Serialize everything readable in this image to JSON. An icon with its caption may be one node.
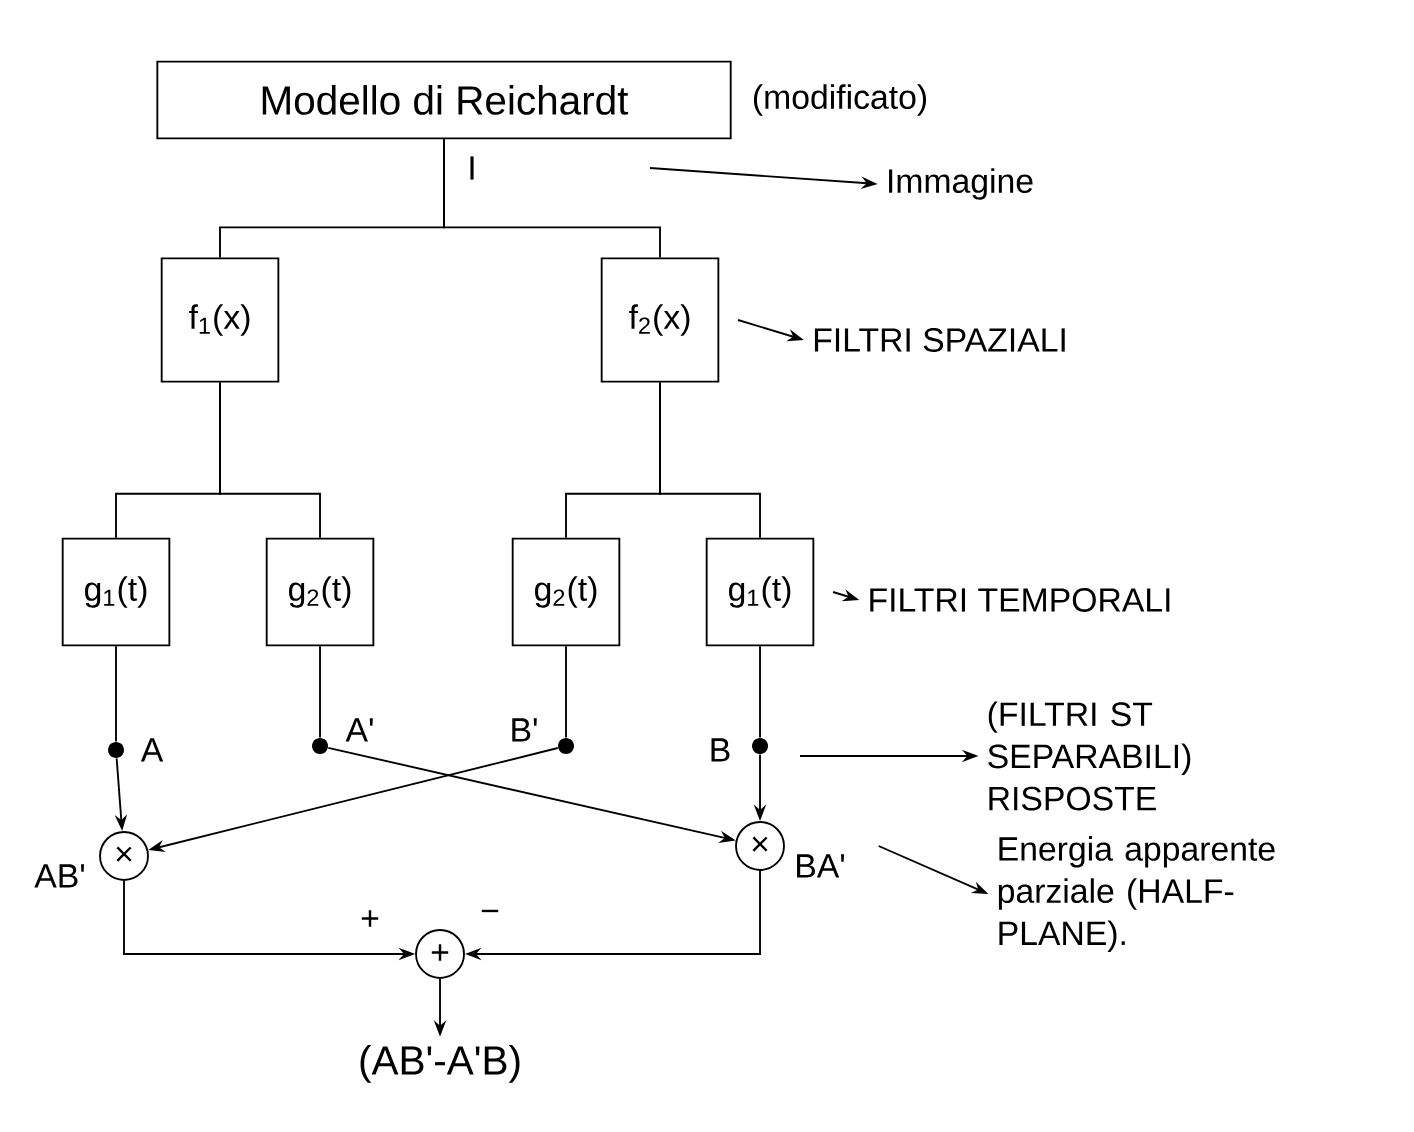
{
  "diagram": {
    "nodes": [
      {
        "text": [
          "Modello di Reichardt"
        ],
        "beside": [
          "(modificato)"
        ]
      },
      {
        "text": [
          "f$_{1}$(x)"
        ]
      },
      {
        "text": [
          "f$_{2}$(x)"
        ]
      },
      {
        "text": [
          "g$_{1}$(t)"
        ]
      },
      {
        "text": [
          "g$_{2}$(t)"
        ]
      },
      {
        "text": [
          "g$_{2}$(t)"
        ]
      },
      {
        "text": [
          "g$_{1}$(t)"
        ]
      },
      {
        "text": [],
        "shape": "circle",
        "beside": [
          "A"
        ]
      },
      {
        "text": [],
        "shape": "circle",
        "beside": [
          "A'"
        ]
      },
      {
        "text": [],
        "shape": "circle",
        "beside": [
          "B'"
        ]
      },
      {
        "text": [],
        "shape": "circle",
        "beside": [
          "B"
        ]
      },
      {
        "text": [
          "×"
        ],
        "beside": [
          "AB'"
        ]
      },
      {
        "text": [
          "×"
        ],
        "beside": [
          "BA'"
        ]
      },
      {
        "text": [
          "+"
        ]
      },
      {
        "text": [
          "(AB'-A'B)"
        ]
      },
      {
        "text": [
          "Immagine"
        ]
      },
      {
        "text": [
          "FILTRI SPAZIALI"
        ]
      },
      {
        "text": [
          "FILTRI TEMPORALI"
        ]
      },
      {
        "text": [
          "(FILTRI ST SEPARABILI) RISPOSTE"
        ]
      },
      {
        "text": [
          "Energia apparente parziale (HALF-PLANE)."
        ]
      }
    ],
    "edges": [
      {
        "from": 0,
        "to": 1,
        "arrow": "none",
        "label": "I"
      },
      {
        "from": 0,
        "to": 2,
        "arrow": "none"
      },
      {
        "from": 1,
        "to": 3,
        "arrow": "none"
      },
      {
        "from": 1,
        "to": 4,
        "arrow": "none"
      },
      {
        "from": 2,
        "to": 5,
        "arrow": "none"
      },
      {
        "from": 2,
        "to": 6,
        "arrow": "none"
      },
      {
        "from": 3,
        "to": 7,
        "arrow": "none"
      },
      {
        "from": 4,
        "to": 8,
        "arrow": "none"
      },
      {
        "from": 5,
        "to": 9,
        "arrow": "none"
      },
      {
        "from": 6,
        "to": 10,
        "arrow": "none"
      },
      {
        "from": 7,
        "to": 11,
        "arrow": "to"
      },
      {
        "from": 9,
        "to": 11,
        "arrow": "to"
      },
      {
        "from": 8,
        "to": 12,
        "arrow": "to"
      },
      {
        "from": 10,
        "to": 12,
        "arrow": "to"
      },
      {
        "from": 11,
        "to": 13,
        "arrow": "to",
        "label": "+"
      },
      {
        "from": 12,
        "to": 13,
        "arrow": "to",
        "label": "−"
      },
      {
        "from": 13,
        "to": 14,
        "arrow": "to"
      },
      {
        "from": null,
        "to": 15,
        "arrow": "to"
      },
      {
        "from": 2,
        "to": 16,
        "arrow": "to"
      },
      {
        "from": 6,
        "to": 17,
        "arrow": "to"
      },
      {
        "from": null,
        "to": 18,
        "arrow": "to"
      },
      {
        "from": 12,
        "to": 19,
        "arrow": "to"
      }
    ]
  }
}
